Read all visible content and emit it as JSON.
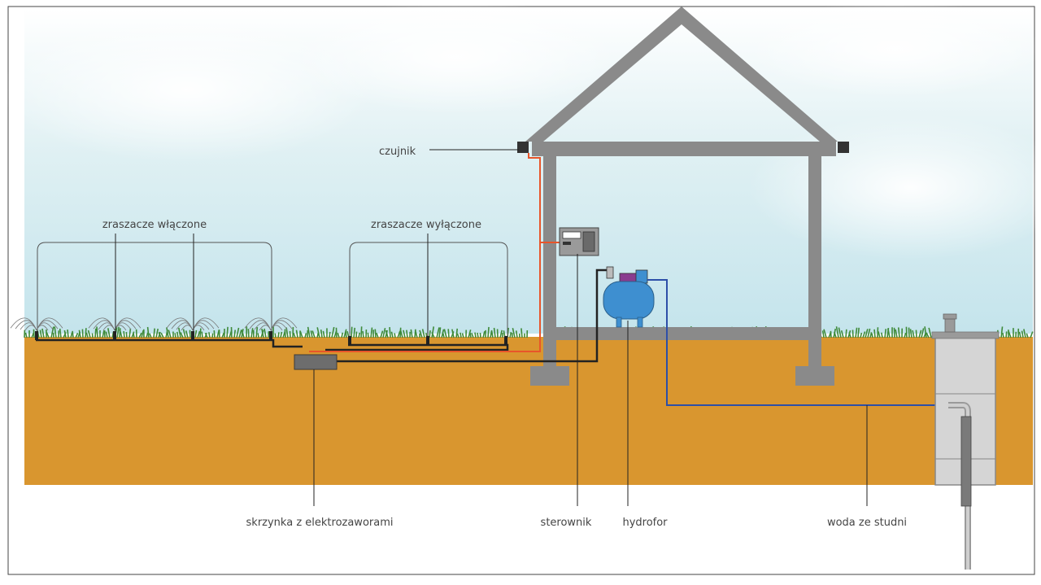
{
  "labels": {
    "sensor": "czujnik",
    "sprinklers_on": "zraszacze włączone",
    "sprinklers_off": "zraszacze wyłączone",
    "valve_box": "skrzynka z elektrozaworami",
    "controller": "sterownik",
    "pump": "hydrofor",
    "well_water": "woda ze studni"
  },
  "colors": {
    "soil": "#d9962f",
    "sky": "#cfe9ef",
    "wall": "#8a8a8a",
    "grass": "#3f8a3a",
    "control_wire": "#e8552a",
    "water_pipe": "#2d4fa8",
    "pipe": "#222222",
    "pump_tank": "#3e8fd0",
    "pump_motor": "#8a3c8f"
  }
}
